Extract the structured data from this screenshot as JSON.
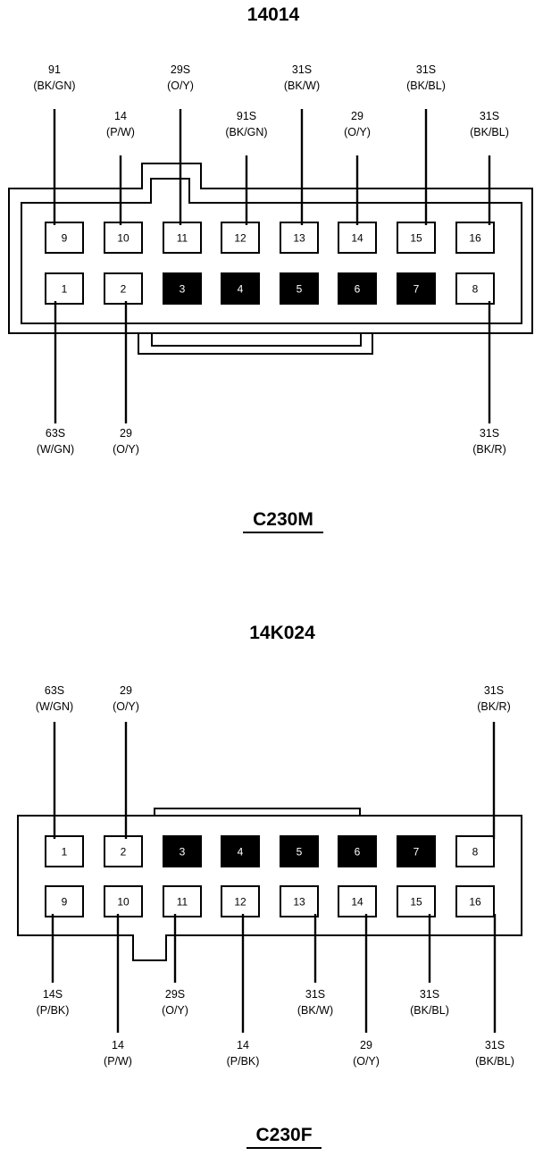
{
  "colors": {
    "ink": "#000000",
    "paper": "#ffffff",
    "blocked_pin": "#000000"
  },
  "top": {
    "part_number": "14014",
    "connector_id": "C230M",
    "pins_upper": [
      "9",
      "10",
      "11",
      "12",
      "13",
      "14",
      "15",
      "16"
    ],
    "pins_lower": [
      "1",
      "2",
      "3",
      "4",
      "5",
      "6",
      "7",
      "8"
    ],
    "blocked_pins": [
      "3",
      "4",
      "5",
      "6",
      "7"
    ],
    "wires": [
      {
        "pin": "9",
        "circuit": "91",
        "color": "(BK/GN)"
      },
      {
        "pin": "10",
        "circuit": "14",
        "color": "(P/W)"
      },
      {
        "pin": "11",
        "circuit": "29S",
        "color": "(O/Y)"
      },
      {
        "pin": "12",
        "circuit": "91S",
        "color": "(BK/GN)"
      },
      {
        "pin": "13",
        "circuit": "31S",
        "color": "(BK/W)"
      },
      {
        "pin": "14",
        "circuit": "29",
        "color": "(O/Y)"
      },
      {
        "pin": "15",
        "circuit": "31S",
        "color": "(BK/BL)"
      },
      {
        "pin": "16",
        "circuit": "31S",
        "color": "(BK/BL)"
      },
      {
        "pin": "1",
        "circuit": "63S",
        "color": "(W/GN)"
      },
      {
        "pin": "2",
        "circuit": "29",
        "color": "(O/Y)"
      },
      {
        "pin": "8",
        "circuit": "31S",
        "color": "(BK/R)"
      }
    ]
  },
  "bottom": {
    "part_number": "14K024",
    "connector_id": "C230F",
    "pins_upper": [
      "1",
      "2",
      "3",
      "4",
      "5",
      "6",
      "7",
      "8"
    ],
    "pins_lower": [
      "9",
      "10",
      "11",
      "12",
      "13",
      "14",
      "15",
      "16"
    ],
    "blocked_pins": [
      "3",
      "4",
      "5",
      "6",
      "7"
    ],
    "wires": [
      {
        "pin": "1",
        "circuit": "63S",
        "color": "(W/GN)"
      },
      {
        "pin": "2",
        "circuit": "29",
        "color": "(O/Y)"
      },
      {
        "pin": "8",
        "circuit": "31S",
        "color": "(BK/R)"
      },
      {
        "pin": "9",
        "circuit": "14S",
        "color": "(P/BK)"
      },
      {
        "pin": "10",
        "circuit": "14",
        "color": "(P/W)"
      },
      {
        "pin": "11",
        "circuit": "29S",
        "color": "(O/Y)"
      },
      {
        "pin": "12",
        "circuit": "14",
        "color": "(P/BK)"
      },
      {
        "pin": "13",
        "circuit": "31S",
        "color": "(BK/W)"
      },
      {
        "pin": "14",
        "circuit": "29",
        "color": "(O/Y)"
      },
      {
        "pin": "15",
        "circuit": "31S",
        "color": "(BK/BL)"
      },
      {
        "pin": "16",
        "circuit": "31S",
        "color": "(BK/BL)"
      }
    ]
  }
}
